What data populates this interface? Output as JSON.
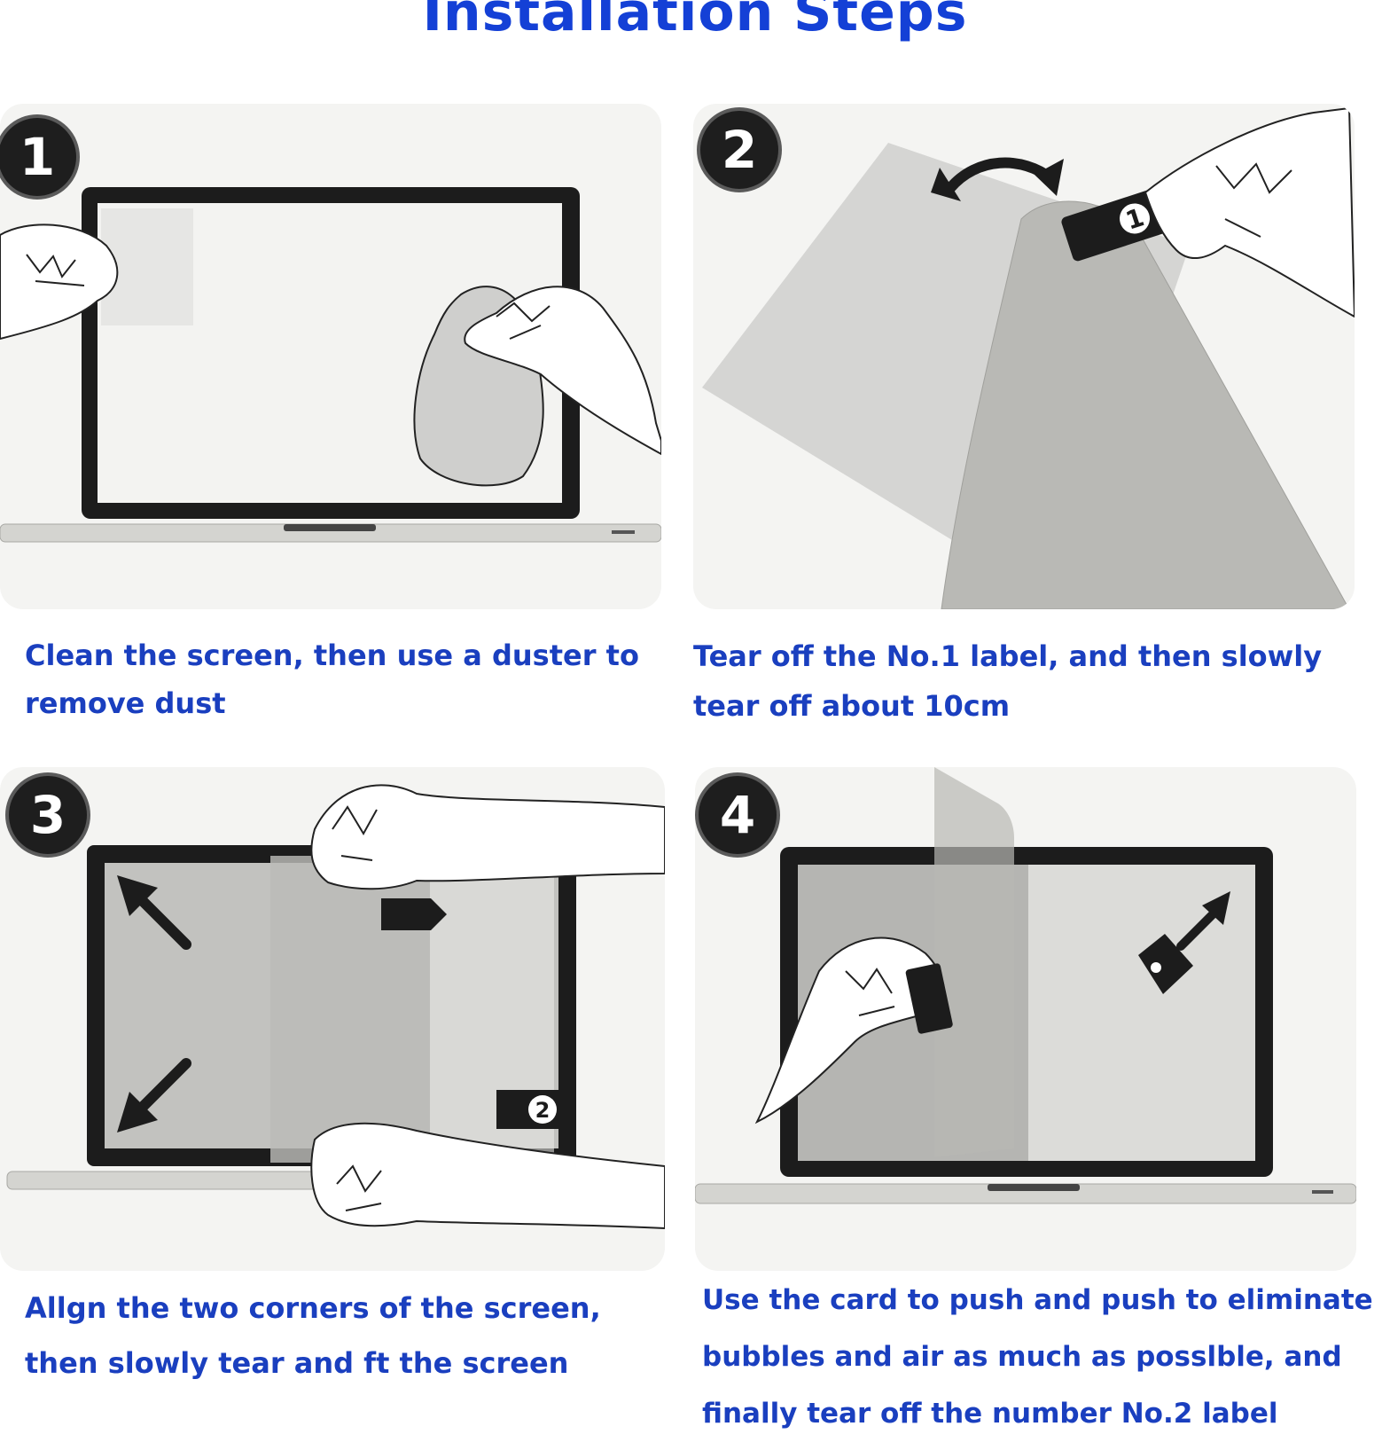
{
  "title": "Installation Steps",
  "steps": [
    {
      "number": "1",
      "caption_lines": [
        "Clean the screen, then use a duster to",
        "remove dust"
      ]
    },
    {
      "number": "2",
      "label_number": "1",
      "caption_lines": [
        "Tear off the No.1 label, and then slowly",
        "tear off about 10cm"
      ]
    },
    {
      "number": "3",
      "label_number": "2",
      "caption_lines": [
        "Allgn the two corners of the screen,",
        "then slowly tear and ft the screen"
      ]
    },
    {
      "number": "4",
      "caption_lines": [
        "Use the card to push and push to eliminate",
        "bubbles and air as much as posslble, and",
        "finally tear off the number No.2 label"
      ]
    }
  ],
  "colors": {
    "title": "#1440d6",
    "caption": "#1a3fbf",
    "panel": "#f4f4f2",
    "badge": "#1e1e1e"
  },
  "icons": [
    "hand-icon",
    "duster-cloth-icon",
    "double-arrow-icon",
    "tear-arrow-icon",
    "scraper-card-icon"
  ]
}
